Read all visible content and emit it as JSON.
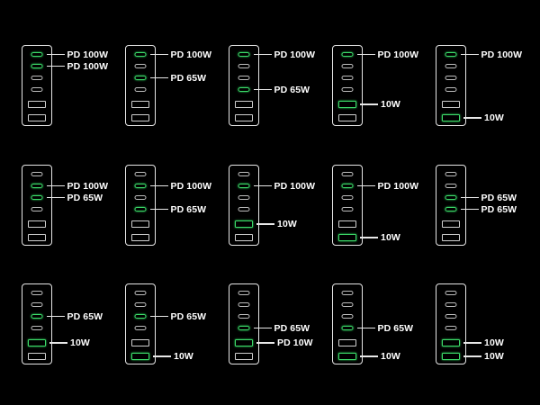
{
  "colors": {
    "background": "#000000",
    "outline": "#e6e6e6",
    "active_port": "#3ddc6a",
    "label": "#ffffff"
  },
  "configurations": [
    {
      "ports": [
        "C",
        "C",
        "C",
        "C",
        "A",
        "A"
      ],
      "outputs": [
        {
          "port": 0,
          "label": "PD 100W"
        },
        {
          "port": 1,
          "label": "PD 100W"
        }
      ]
    },
    {
      "ports": [
        "C",
        "C",
        "C",
        "C",
        "A",
        "A"
      ],
      "outputs": [
        {
          "port": 0,
          "label": "PD 100W"
        },
        {
          "port": 2,
          "label": "PD 65W"
        }
      ]
    },
    {
      "ports": [
        "C",
        "C",
        "C",
        "C",
        "A",
        "A"
      ],
      "outputs": [
        {
          "port": 0,
          "label": "PD 100W"
        },
        {
          "port": 3,
          "label": "PD 65W"
        }
      ]
    },
    {
      "ports": [
        "C",
        "C",
        "C",
        "C",
        "A",
        "A"
      ],
      "outputs": [
        {
          "port": 0,
          "label": "PD 100W"
        },
        {
          "port": 4,
          "label": "10W"
        }
      ]
    },
    {
      "ports": [
        "C",
        "C",
        "C",
        "C",
        "A",
        "A"
      ],
      "outputs": [
        {
          "port": 0,
          "label": "PD 100W"
        },
        {
          "port": 5,
          "label": "10W"
        }
      ]
    },
    {
      "ports": [
        "C",
        "C",
        "C",
        "C",
        "A",
        "A"
      ],
      "outputs": [
        {
          "port": 1,
          "label": "PD 100W"
        },
        {
          "port": 2,
          "label": "PD 65W"
        }
      ]
    },
    {
      "ports": [
        "C",
        "C",
        "C",
        "C",
        "A",
        "A"
      ],
      "outputs": [
        {
          "port": 1,
          "label": "PD 100W"
        },
        {
          "port": 3,
          "label": "PD 65W"
        }
      ]
    },
    {
      "ports": [
        "C",
        "C",
        "C",
        "C",
        "A",
        "A"
      ],
      "outputs": [
        {
          "port": 1,
          "label": "PD 100W"
        },
        {
          "port": 4,
          "label": "10W"
        }
      ]
    },
    {
      "ports": [
        "C",
        "C",
        "C",
        "C",
        "A",
        "A"
      ],
      "outputs": [
        {
          "port": 1,
          "label": "PD 100W"
        },
        {
          "port": 5,
          "label": "10W"
        }
      ]
    },
    {
      "ports": [
        "C",
        "C",
        "C",
        "C",
        "A",
        "A"
      ],
      "outputs": [
        {
          "port": 2,
          "label": "PD 65W"
        },
        {
          "port": 3,
          "label": "PD 65W"
        }
      ]
    },
    {
      "ports": [
        "C",
        "C",
        "C",
        "C",
        "A",
        "A"
      ],
      "outputs": [
        {
          "port": 2,
          "label": "PD 65W"
        },
        {
          "port": 4,
          "label": "10W"
        }
      ]
    },
    {
      "ports": [
        "C",
        "C",
        "C",
        "C",
        "A",
        "A"
      ],
      "outputs": [
        {
          "port": 2,
          "label": "PD 65W"
        },
        {
          "port": 5,
          "label": "10W"
        }
      ]
    },
    {
      "ports": [
        "C",
        "C",
        "C",
        "C",
        "A",
        "A"
      ],
      "outputs": [
        {
          "port": 3,
          "label": "PD 65W"
        },
        {
          "port": 4,
          "label": "PD 10W"
        }
      ]
    },
    {
      "ports": [
        "C",
        "C",
        "C",
        "C",
        "A",
        "A"
      ],
      "outputs": [
        {
          "port": 3,
          "label": "PD 65W"
        },
        {
          "port": 5,
          "label": "10W"
        }
      ]
    },
    {
      "ports": [
        "C",
        "C",
        "C",
        "C",
        "A",
        "A"
      ],
      "outputs": [
        {
          "port": 4,
          "label": "10W"
        },
        {
          "port": 5,
          "label": "10W"
        }
      ]
    }
  ]
}
